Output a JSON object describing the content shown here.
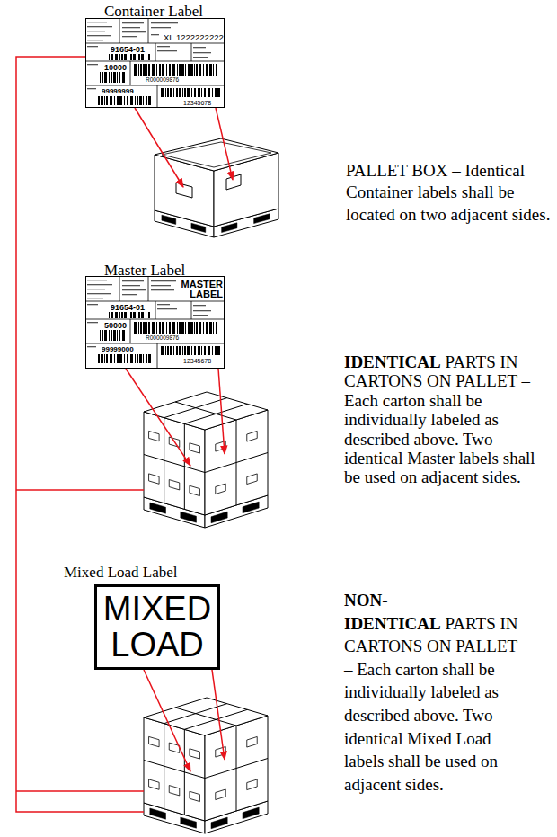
{
  "diagram": {
    "nodes": [
      {
        "text": [
          "Container Label",
          "XL 1222222222",
          "91654-01",
          "10000",
          "R000009876",
          "99999999",
          "12345678"
        ]
      },
      {
        "text": [
          "Master Label",
          "MASTER LABEL",
          "91654-01",
          "50000",
          "R000009876",
          "99999000",
          "12345678"
        ]
      },
      {
        "text": [
          "Mixed Load Label",
          "MIXED LOAD"
        ]
      }
    ],
    "labels": [
      "PALLET BOX – Identical Container labels shall be located on two adjacent sides.",
      "IDENTICAL",
      "PARTS IN CARTONS ON PALLET – Each carton shall be individually labeled as described above. Two identical Master labels shall be used on adjacent sides.",
      "NON-IDENTICAL",
      "PARTS IN CARTONS ON PALLET – Each carton shall be individually labeled as described above. Two identical Mixed Load labels shall be used on adjacent sides."
    ]
  }
}
